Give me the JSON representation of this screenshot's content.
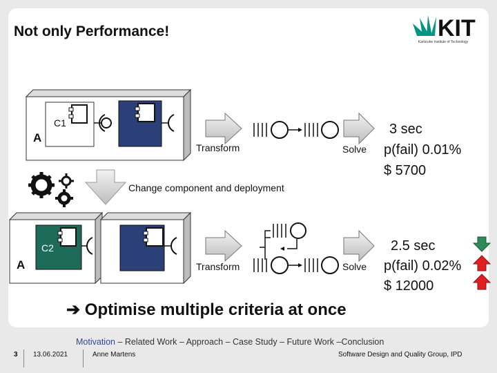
{
  "slide": {
    "title": "Not only Performance!",
    "logo": {
      "text": "KIT",
      "subtitle": "Karlsruhe Institute of Technology",
      "brand_color": "#009682"
    },
    "top_scenario": {
      "component_label": "C1",
      "server_label": "A",
      "transform_label": "Transform",
      "solve_label": "Solve",
      "results": [
        "3 sec",
        "p(fail) 0.01%",
        "$ 5700"
      ]
    },
    "change_label": "Change component and deployment",
    "bottom_scenario": {
      "component_label": "C2",
      "server_label": "A",
      "transform_label": "Transform",
      "solve_label": "Solve",
      "results": [
        "2.5 sec",
        "p(fail) 0.02%",
        "$ 12000"
      ],
      "trend_icons": [
        "arrow-down-green",
        "arrow-up-red",
        "arrow-up-red"
      ]
    },
    "conclusion": "Optimise multiple criteria at once",
    "conclusion_glyph": "➔",
    "colors": {
      "component_blue": "#2b3f78",
      "component_green": "#1f6b5a",
      "arrow_up_red": "#e02020",
      "arrow_down_green": "#2e8b57"
    }
  },
  "footer": {
    "nav": {
      "current": "Motivation",
      "rest": " – Related Work – Approach – Case Study – Future Work –Conclusion"
    },
    "page_number": "3",
    "date": "13.06.2021",
    "author": "Anne Martens",
    "group": "Software Design and Quality Group, IPD"
  }
}
